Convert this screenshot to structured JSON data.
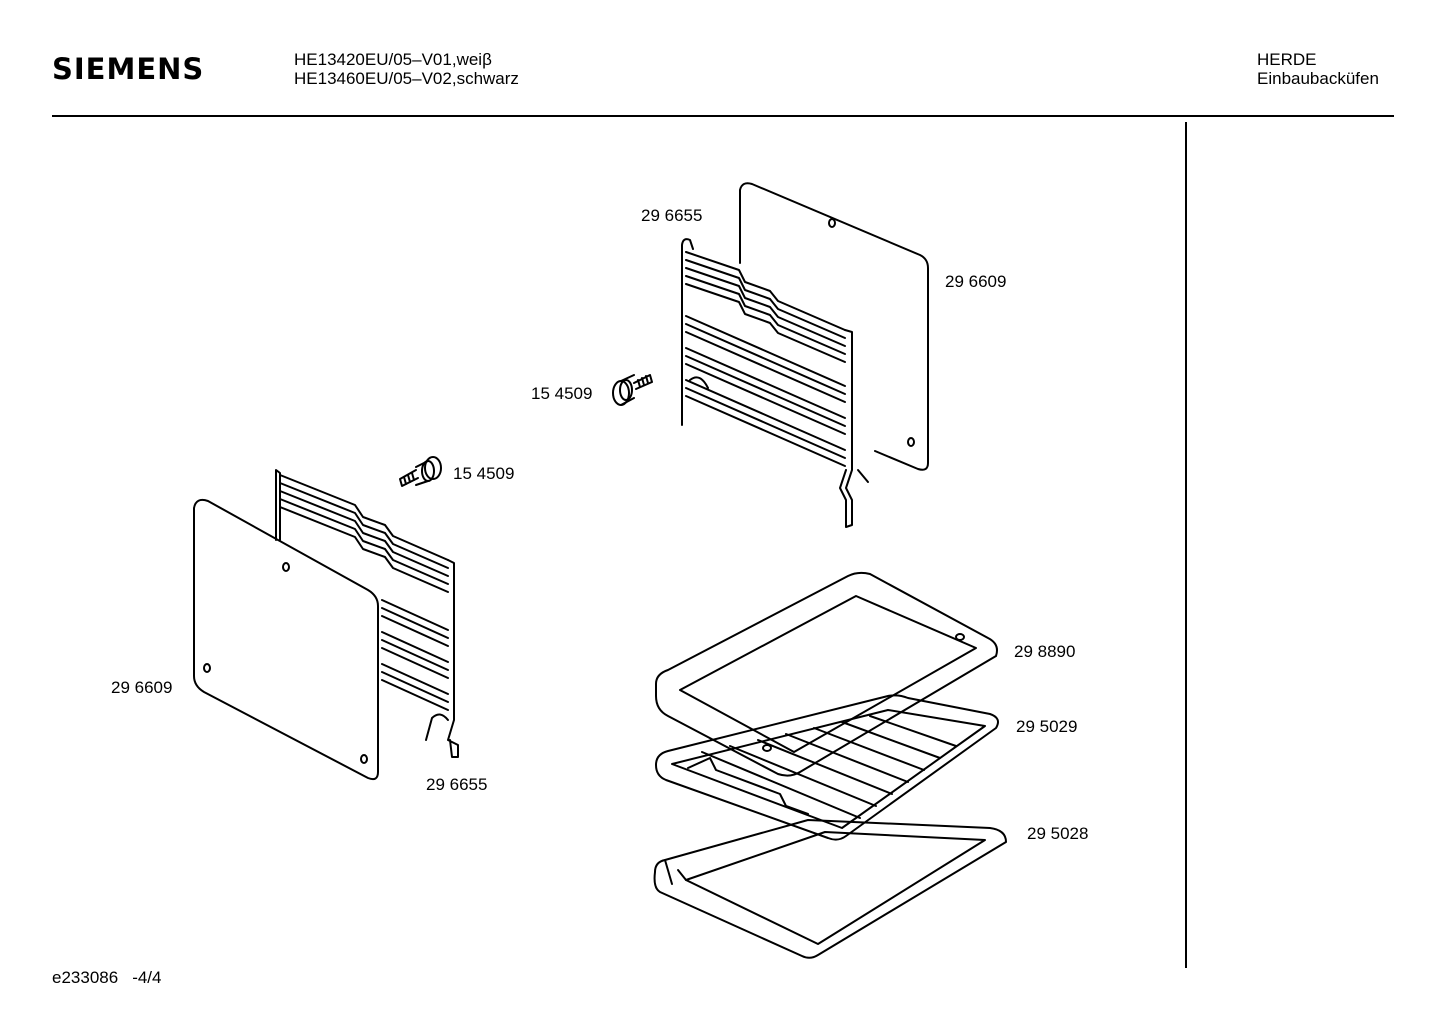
{
  "header": {
    "brand": "SIEMENS",
    "models": [
      "HE13420EU/05–V01,weiβ",
      "HE13460EU/05–V02,schwarz"
    ],
    "category": [
      "HERDE",
      "Einbaubacküfen"
    ]
  },
  "footer": {
    "doc_id": "e233086",
    "page": "-4/4"
  },
  "parts": {
    "side_grid_right": "29 6655",
    "side_panel_right": "29 6609",
    "screw_right": "15 4509",
    "screw_left": "15 4509",
    "side_panel_left": "29 6609",
    "side_grid_left": "29 6655",
    "baking_tray": "29 8890",
    "wire_rack": "29 5029",
    "deep_tray": "29 5028"
  }
}
